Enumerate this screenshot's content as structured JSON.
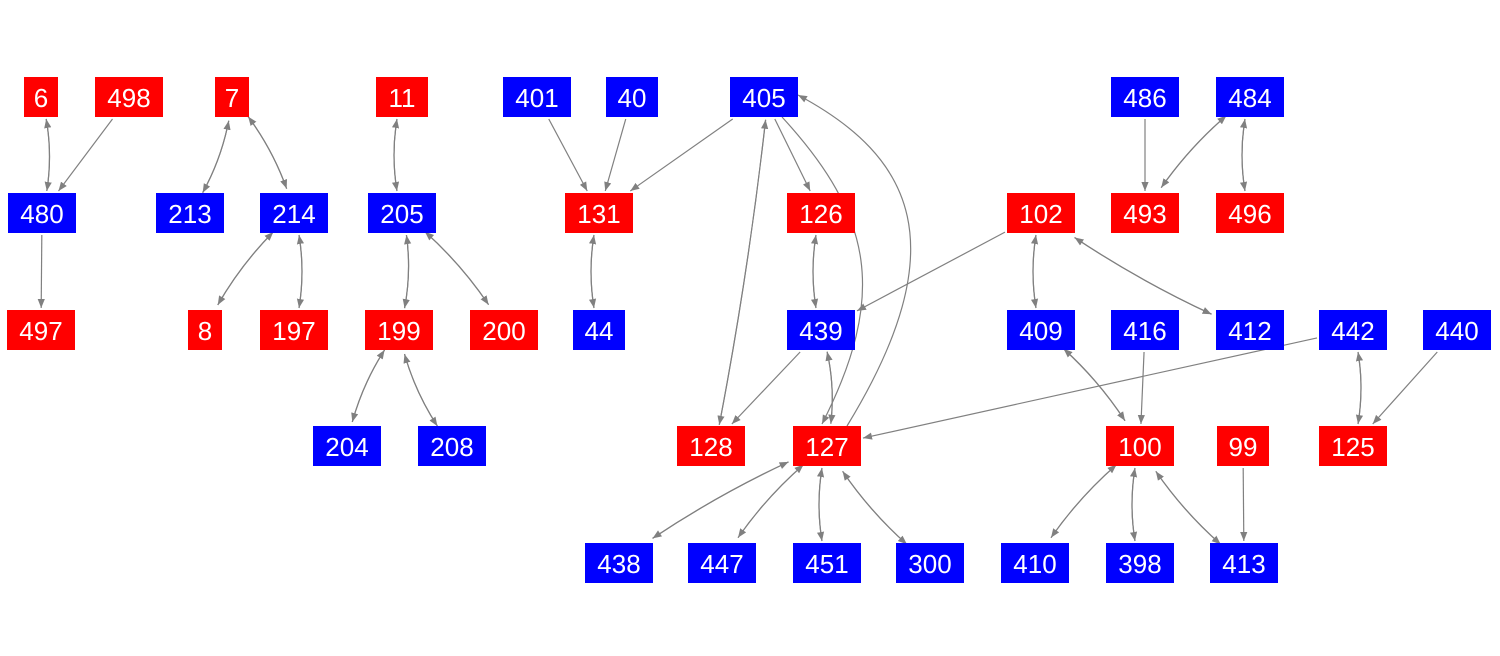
{
  "colors": {
    "red": "#ff0000",
    "blue": "#0000ff",
    "edge": "#808080"
  },
  "nodes": [
    {
      "id": "6",
      "color": "red"
    },
    {
      "id": "498",
      "color": "red"
    },
    {
      "id": "7",
      "color": "red"
    },
    {
      "id": "11",
      "color": "red"
    },
    {
      "id": "401",
      "color": "blue"
    },
    {
      "id": "40",
      "color": "blue"
    },
    {
      "id": "405",
      "color": "blue"
    },
    {
      "id": "486",
      "color": "blue"
    },
    {
      "id": "484",
      "color": "blue"
    },
    {
      "id": "480",
      "color": "blue"
    },
    {
      "id": "213",
      "color": "blue"
    },
    {
      "id": "214",
      "color": "blue"
    },
    {
      "id": "205",
      "color": "blue"
    },
    {
      "id": "131",
      "color": "red"
    },
    {
      "id": "126",
      "color": "red"
    },
    {
      "id": "102",
      "color": "red"
    },
    {
      "id": "493",
      "color": "red"
    },
    {
      "id": "496",
      "color": "red"
    },
    {
      "id": "497",
      "color": "red"
    },
    {
      "id": "8",
      "color": "red"
    },
    {
      "id": "197",
      "color": "red"
    },
    {
      "id": "199",
      "color": "red"
    },
    {
      "id": "200",
      "color": "red"
    },
    {
      "id": "44",
      "color": "blue"
    },
    {
      "id": "439",
      "color": "blue"
    },
    {
      "id": "409",
      "color": "blue"
    },
    {
      "id": "416",
      "color": "blue"
    },
    {
      "id": "412",
      "color": "blue"
    },
    {
      "id": "442",
      "color": "blue"
    },
    {
      "id": "440",
      "color": "blue"
    },
    {
      "id": "204",
      "color": "blue"
    },
    {
      "id": "208",
      "color": "blue"
    },
    {
      "id": "128",
      "color": "red"
    },
    {
      "id": "127",
      "color": "red"
    },
    {
      "id": "100",
      "color": "red"
    },
    {
      "id": "99",
      "color": "red"
    },
    {
      "id": "125",
      "color": "red"
    },
    {
      "id": "438",
      "color": "blue"
    },
    {
      "id": "447",
      "color": "blue"
    },
    {
      "id": "451",
      "color": "blue"
    },
    {
      "id": "300",
      "color": "blue"
    },
    {
      "id": "410",
      "color": "blue"
    },
    {
      "id": "398",
      "color": "blue"
    },
    {
      "id": "413",
      "color": "blue"
    }
  ],
  "edges": [
    [
      "6",
      "480"
    ],
    [
      "480",
      "6"
    ],
    [
      "498",
      "480"
    ],
    [
      "480",
      "497"
    ],
    [
      "7",
      "213"
    ],
    [
      "213",
      "7"
    ],
    [
      "7",
      "214"
    ],
    [
      "214",
      "7"
    ],
    [
      "214",
      "8"
    ],
    [
      "8",
      "214"
    ],
    [
      "214",
      "197"
    ],
    [
      "197",
      "214"
    ],
    [
      "11",
      "205"
    ],
    [
      "205",
      "11"
    ],
    [
      "205",
      "199"
    ],
    [
      "199",
      "205"
    ],
    [
      "205",
      "200"
    ],
    [
      "200",
      "205"
    ],
    [
      "199",
      "204"
    ],
    [
      "204",
      "199"
    ],
    [
      "199",
      "208"
    ],
    [
      "208",
      "199"
    ],
    [
      "401",
      "131"
    ],
    [
      "40",
      "131"
    ],
    [
      "405",
      "131"
    ],
    [
      "131",
      "44"
    ],
    [
      "44",
      "131"
    ],
    [
      "405",
      "126"
    ],
    [
      "405",
      "128"
    ],
    [
      "128",
      "405"
    ],
    [
      "405",
      "127"
    ],
    [
      "127",
      "405"
    ],
    [
      "126",
      "439"
    ],
    [
      "439",
      "126"
    ],
    [
      "439",
      "128"
    ],
    [
      "439",
      "127"
    ],
    [
      "127",
      "439"
    ],
    [
      "127",
      "438"
    ],
    [
      "438",
      "127"
    ],
    [
      "127",
      "447"
    ],
    [
      "447",
      "127"
    ],
    [
      "127",
      "451"
    ],
    [
      "451",
      "127"
    ],
    [
      "127",
      "300"
    ],
    [
      "300",
      "127"
    ],
    [
      "442",
      "127"
    ],
    [
      "102",
      "439"
    ],
    [
      "102",
      "409"
    ],
    [
      "409",
      "102"
    ],
    [
      "102",
      "412"
    ],
    [
      "412",
      "102"
    ],
    [
      "409",
      "100"
    ],
    [
      "100",
      "409"
    ],
    [
      "416",
      "100"
    ],
    [
      "100",
      "410"
    ],
    [
      "410",
      "100"
    ],
    [
      "100",
      "398"
    ],
    [
      "398",
      "100"
    ],
    [
      "100",
      "413"
    ],
    [
      "413",
      "100"
    ],
    [
      "99",
      "413"
    ],
    [
      "440",
      "125"
    ],
    [
      "442",
      "125"
    ],
    [
      "125",
      "442"
    ],
    [
      "486",
      "493"
    ],
    [
      "484",
      "493"
    ],
    [
      "493",
      "484"
    ],
    [
      "484",
      "496"
    ],
    [
      "496",
      "484"
    ]
  ]
}
